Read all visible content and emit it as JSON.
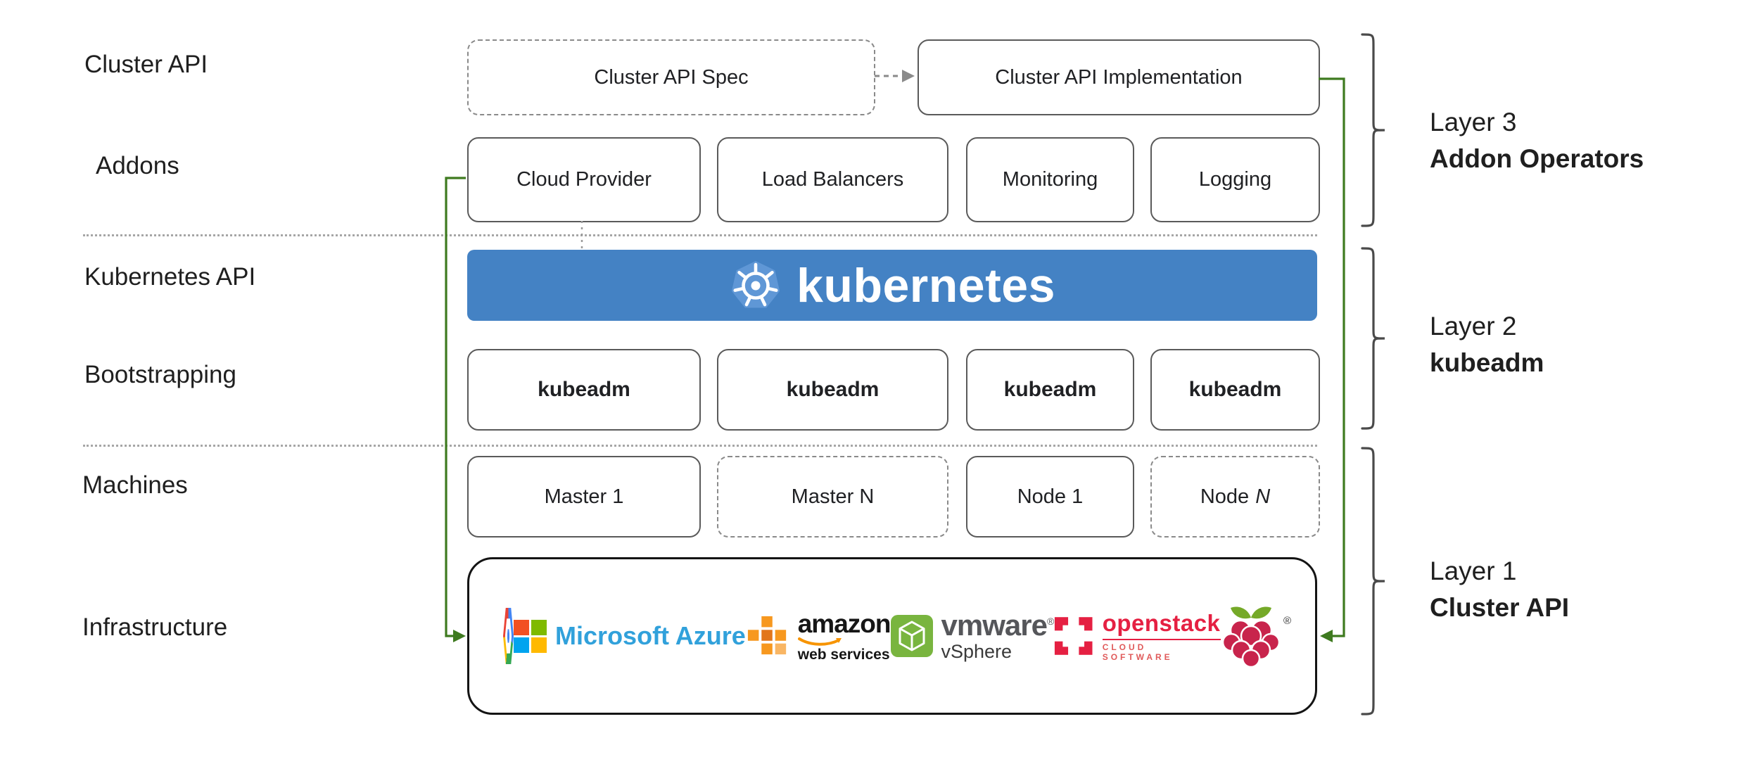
{
  "colors": {
    "kubernetes_banner_blue": "#4482C4",
    "connector_green": "#3E7A1F",
    "box_border": "#5A5A5A",
    "azure_text_blue": "#31A1DB",
    "aws_orange": "#F79400",
    "vmware_green": "#79B53F",
    "openstack_red": "#E52042",
    "raspberry_red": "#C8244C",
    "leaf_green": "#75A928"
  },
  "left_labels": {
    "cluster_api": "Cluster API",
    "addons": "Addons",
    "kubernetes_api": "Kubernetes API",
    "bootstrapping": "Bootstrapping",
    "machines": "Machines",
    "infrastructure": "Infrastructure"
  },
  "cluster_api_row": {
    "spec": "Cluster API Spec",
    "implementation": "Cluster API Implementation"
  },
  "addons": [
    "Cloud Provider",
    "Load Balancers",
    "Monitoring",
    "Logging"
  ],
  "kubernetes": {
    "wordmark": "kubernetes"
  },
  "bootstrapping": [
    "kubeadm",
    "kubeadm",
    "kubeadm",
    "kubeadm"
  ],
  "machines": {
    "master1": "Master 1",
    "masterN": "Master N",
    "node1": "Node 1",
    "nodeN_prefix": "Node",
    "nodeN_suffix": "N"
  },
  "infrastructure_logos": {
    "azure_text": "Microsoft Azure",
    "aws_text": "amazon",
    "aws_subtext": "web services",
    "vmware_text": "vmware",
    "vmware_reg": "®",
    "vmware_subtext": "vSphere",
    "openstack_text": "openstack",
    "openstack_subtext": "CLOUD SOFTWARE",
    "raspberry_reg": "®"
  },
  "layer_labels": [
    {
      "layer": "Layer 3",
      "name": "Addon Operators"
    },
    {
      "layer": "Layer 2",
      "name": "kubeadm"
    },
    {
      "layer": "Layer 1",
      "name": "Cluster API"
    }
  ]
}
